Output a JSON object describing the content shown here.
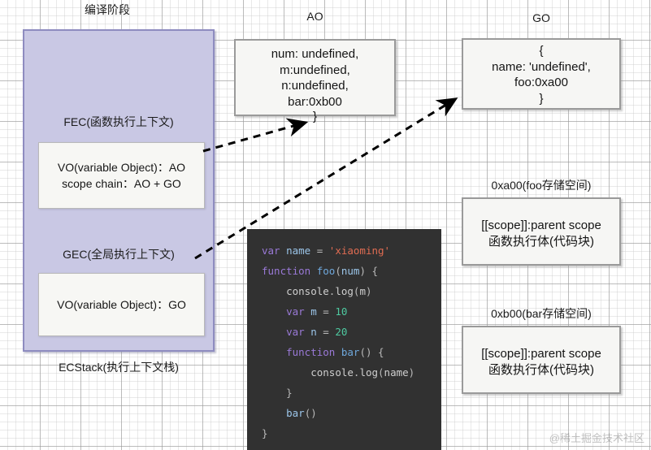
{
  "diagram": {
    "title_label": "编译阶段",
    "watermark": "@稀土掘金技术社区"
  },
  "ecstack": {
    "fec_label": "FEC(函数执行上下文)",
    "gec_label": "GEC(全局执行上下文)",
    "stack_label": "ECStack(执行上下文栈)",
    "fec_vo_text": "VO(variable Object)：AO\nscope chain：AO + GO",
    "gec_vo_text": "VO(variable Object)：GO"
  },
  "ao": {
    "title": "AO",
    "open_brace": "{",
    "body": "num: undefined,\nm:undefined,\nn:undefined,\nbar:0xb00",
    "close_brace": "}"
  },
  "go": {
    "title": "GO",
    "body": "{\nname: 'undefined',\nfoo:0xa00\n}"
  },
  "foo_store": {
    "title": "0xa00(foo存储空间)",
    "body": "[[scope]]:parent scope\n函数执行体(代码块)"
  },
  "bar_store": {
    "title": "0xb00(bar存储空间)",
    "body": "[[scope]]:parent scope\n函数执行体(代码块)"
  },
  "code": {
    "lines": [
      [
        {
          "t": "var",
          "c": "kw"
        },
        {
          "t": " ",
          "c": "op"
        },
        {
          "t": "name",
          "c": "var"
        },
        {
          "t": " = ",
          "c": "op"
        },
        {
          "t": "'xiaoming'",
          "c": "str"
        }
      ],
      [
        {
          "t": "function",
          "c": "kw"
        },
        {
          "t": " ",
          "c": "op"
        },
        {
          "t": "foo",
          "c": "fn"
        },
        {
          "t": "(",
          "c": "op"
        },
        {
          "t": "num",
          "c": "var"
        },
        {
          "t": ") {",
          "c": "op"
        }
      ],
      [
        {
          "t": "    ",
          "c": "op"
        },
        {
          "t": "console",
          "c": "pln"
        },
        {
          "t": ".",
          "c": "op"
        },
        {
          "t": "log",
          "c": "pln"
        },
        {
          "t": "(",
          "c": "op"
        },
        {
          "t": "m",
          "c": "pln"
        },
        {
          "t": ")",
          "c": "op"
        }
      ],
      [
        {
          "t": "    ",
          "c": "op"
        },
        {
          "t": "var",
          "c": "kw"
        },
        {
          "t": " ",
          "c": "op"
        },
        {
          "t": "m",
          "c": "var"
        },
        {
          "t": " = ",
          "c": "op"
        },
        {
          "t": "10",
          "c": "num"
        }
      ],
      [
        {
          "t": "    ",
          "c": "op"
        },
        {
          "t": "var",
          "c": "kw"
        },
        {
          "t": " ",
          "c": "op"
        },
        {
          "t": "n",
          "c": "var"
        },
        {
          "t": " = ",
          "c": "op"
        },
        {
          "t": "20",
          "c": "num"
        }
      ],
      [
        {
          "t": "    ",
          "c": "op"
        },
        {
          "t": "function",
          "c": "kw"
        },
        {
          "t": " ",
          "c": "op"
        },
        {
          "t": "bar",
          "c": "fn"
        },
        {
          "t": "() {",
          "c": "op"
        }
      ],
      [
        {
          "t": "        ",
          "c": "op"
        },
        {
          "t": "console",
          "c": "pln"
        },
        {
          "t": ".",
          "c": "op"
        },
        {
          "t": "log",
          "c": "pln"
        },
        {
          "t": "(",
          "c": "op"
        },
        {
          "t": "name",
          "c": "pln"
        },
        {
          "t": ")",
          "c": "op"
        }
      ],
      [
        {
          "t": "    }",
          "c": "op"
        }
      ],
      [
        {
          "t": "    ",
          "c": "op"
        },
        {
          "t": "bar",
          "c": "var"
        },
        {
          "t": "()",
          "c": "op"
        }
      ],
      [
        {
          "t": "}",
          "c": "op"
        }
      ]
    ]
  },
  "colors": {
    "stack_fill": "#c9c8e4",
    "stack_border": "#8e8cc0",
    "box_fill": "#f6f6f4",
    "box_border": "#9a9a9a",
    "code_bg": "#313131",
    "arrow": "#000000"
  }
}
